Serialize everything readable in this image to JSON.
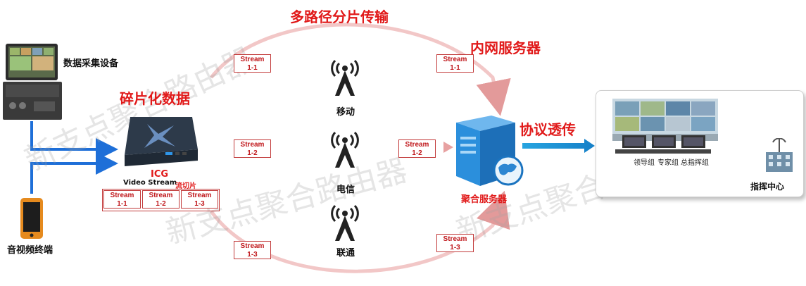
{
  "titles": {
    "multipath": "多路径分片传输",
    "intranet_server": "内网服务器",
    "fragment_data": "碎片化数据",
    "protocol": "协议透传"
  },
  "devices": {
    "capture": "数据采集设备",
    "terminal": "音视频终端",
    "icg": "ICG",
    "video_stream": "Video Stream",
    "stream_slice": "流切片",
    "aggregation_server": "聚合服务器",
    "command_center": "指挥中心"
  },
  "carriers": {
    "mobile": "移动",
    "telecom": "电信",
    "unicom": "联通"
  },
  "groups": {
    "leader": "领导组",
    "expert": "专家组",
    "command": "总指挥组"
  },
  "stream_word": "Stream",
  "icg_streams": [
    "1-1",
    "1-2",
    "1-3"
  ],
  "path_streams": {
    "top_left": "1-1",
    "top_right": "1-1",
    "mid_left": "1-2",
    "mid_right": "1-2",
    "bot_left": "1-3",
    "bot_right": "1-3"
  },
  "watermark": "新支点聚合路由器",
  "colors": {
    "accent_red": "#e11a1a",
    "arrow_blue": "#1e6fd8",
    "flow_pink": "#e8a3a3"
  }
}
